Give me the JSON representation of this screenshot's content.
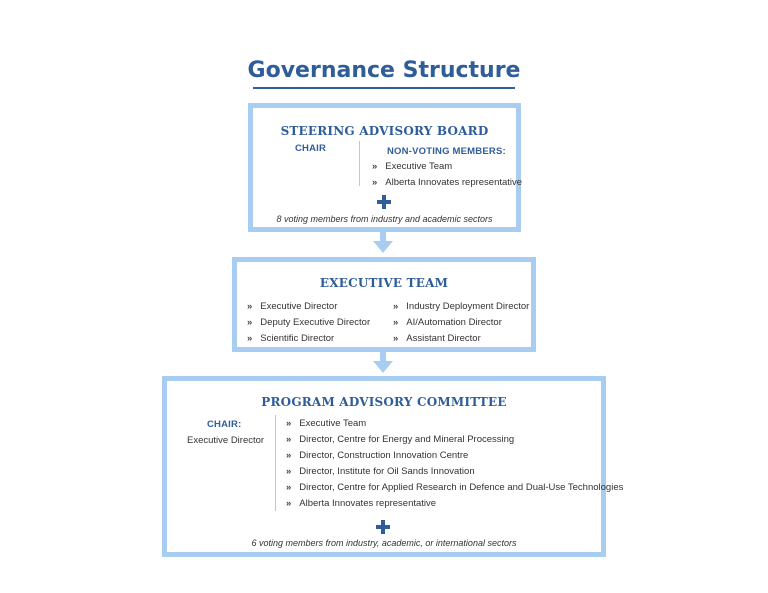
{
  "title": "Governance Structure",
  "colors": {
    "accent": "#2f5d9a",
    "border": "#a9cdf0",
    "arrow": "#a9cdf0"
  },
  "steering": {
    "title": "STEERING ADVISORY BOARD",
    "chair_label": "CHAIR",
    "non_voting_label": "NON-VOTING MEMBERS:",
    "non_voting_items": [
      "Executive Team",
      "Alberta Innovates representative"
    ],
    "note": "8 voting members from industry and academic sectors"
  },
  "executive": {
    "title": "EXECUTIVE TEAM",
    "left_items": [
      "Executive Director",
      "Deputy Executive Director",
      "Scientific Director"
    ],
    "right_items": [
      "Industry Deployment Director",
      "AI/Automation Director",
      "Assistant Director"
    ]
  },
  "program": {
    "title": "PROGRAM ADVISORY COMMITTEE",
    "chair_label": "CHAIR:",
    "chair_value": "Executive Director",
    "items": [
      "Executive Team",
      "Director, Centre for Energy and Mineral Processing",
      "Director, Construction Innovation Centre",
      "Director, Institute for Oil Sands Innovation",
      "Director, Centre for Applied Research in Defence and Dual-Use Technologies",
      "Alberta Innovates representative"
    ],
    "note": "6 voting members from industry, academic, or international sectors"
  },
  "bullet_glyph": "»"
}
